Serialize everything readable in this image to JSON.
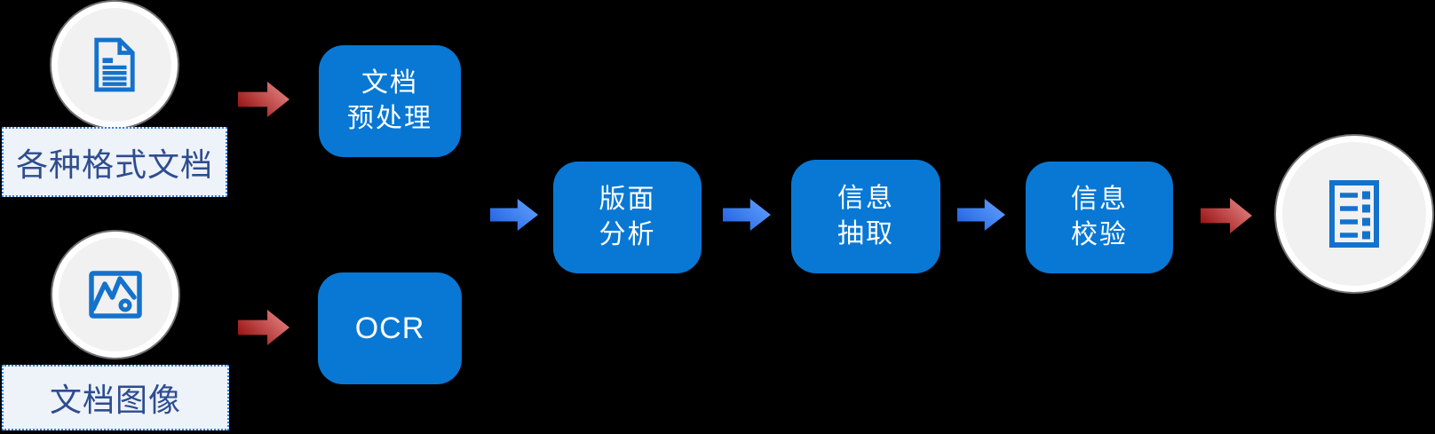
{
  "sources": [
    {
      "id": "doc",
      "label": "各种格式文档",
      "icon": "document-icon"
    },
    {
      "id": "image",
      "label": "文档图像",
      "icon": "image-icon"
    }
  ],
  "steps": {
    "preprocess": {
      "lines": [
        "文档",
        "预处理"
      ]
    },
    "ocr": {
      "lines": [
        "OCR"
      ]
    },
    "layout_analysis": {
      "lines": [
        "版面",
        "分析"
      ]
    },
    "info_extraction": {
      "lines": [
        "信息",
        "抽取"
      ]
    },
    "info_verification": {
      "lines": [
        "信息",
        "校验"
      ]
    }
  },
  "output": {
    "id": "result",
    "icon": "form-icon"
  },
  "arrows": [
    {
      "from": "doc",
      "to": "preprocess",
      "color": "red"
    },
    {
      "from": "image",
      "to": "ocr",
      "color": "red"
    },
    {
      "from": "preprocess+ocr",
      "to": "layout_analysis",
      "color": "blue"
    },
    {
      "from": "layout_analysis",
      "to": "info_extraction",
      "color": "blue"
    },
    {
      "from": "info_extraction",
      "to": "info_verification",
      "color": "blue"
    },
    {
      "from": "info_verification",
      "to": "result",
      "color": "red"
    }
  ],
  "colors": {
    "background": "#000000",
    "box_blue": "#0878d4",
    "icon_blue": "#1472cc",
    "label_bg": "#eef2f9",
    "label_border": "#2f7fe0",
    "label_text": "#2d4d90",
    "red_arrow_dark": "#8e0303",
    "red_arrow_light": "#ee8f8f",
    "blue_arrow_dark": "#1e5fe0",
    "blue_arrow_light": "#63a3ff",
    "circle_fill": "#f1f1f1"
  }
}
